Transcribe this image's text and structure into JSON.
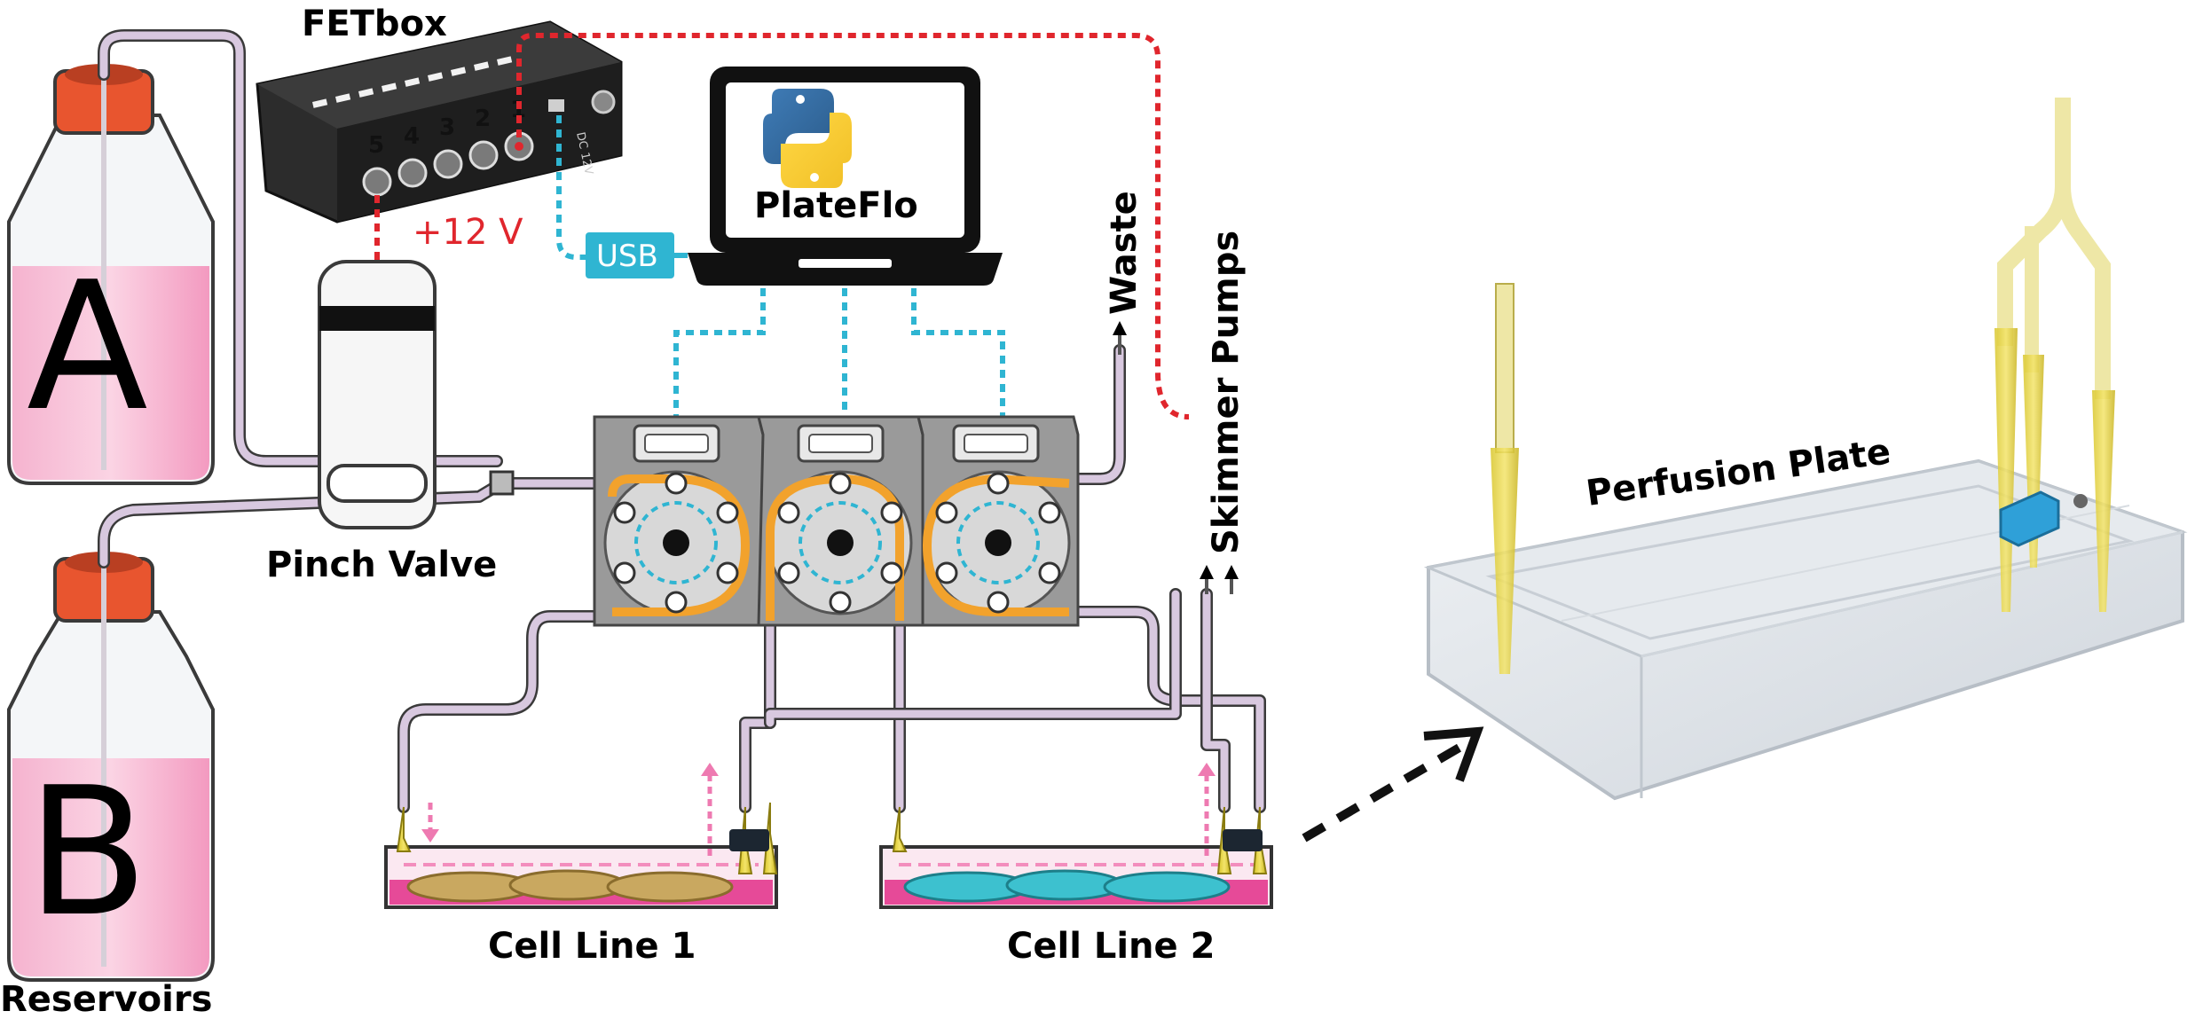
{
  "labels": {
    "fetbox": "FETbox",
    "voltage": "+12 V",
    "usb": "USB",
    "platefelo": "PlateFlo",
    "waste": "Waste",
    "skimmer_pumps": "Skimmer Pumps",
    "pinch_valve": "Pinch Valve",
    "perfusion_plate": "Perfusion Plate",
    "cell_line_1": "Cell Line 1",
    "cell_line_2": "Cell Line 2",
    "reservoirs": "Reservoirs",
    "reservoir_a": "A",
    "reservoir_b": "B",
    "dc_port": "DC 12V"
  },
  "fetbox_ports": [
    "5",
    "4",
    "3",
    "2",
    "1"
  ],
  "colors": {
    "power_line": "#e0262d",
    "data_line": "#2fb5d2",
    "tube_flow": "#f2a22c",
    "media_pink": "#f07fb0",
    "cells_line_1": "#c9a860",
    "cells_line_2": "#3dc1cf",
    "pipette_tip": "#e6d63a",
    "cap": "#e8552f"
  },
  "icons": [
    "python-logo-icon",
    "laptop-icon",
    "peristaltic-pump-icon",
    "bottle-icon",
    "pinch-valve-icon",
    "arrow-icon"
  ]
}
